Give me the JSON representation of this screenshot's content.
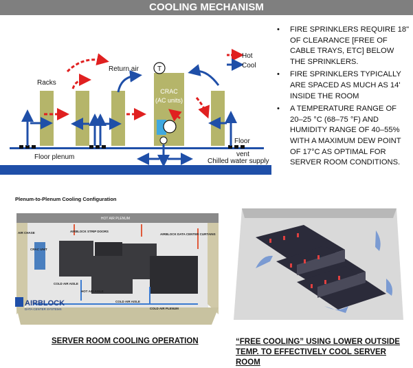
{
  "header": {
    "title": "COOLING MECHANISM"
  },
  "bullets": [
    "FIRE SPRINKLERS REQUIRE 18\" OF CLEARANCE [FREE OF CABLE TRAYS, ETC] BELOW THE SPRINKLERS.",
    "FIRE SPRINKLERS TYPICALLY ARE SPACED AS MUCH AS 14' INSIDE THE ROOM",
    "A TEMPERATURE RANGE OF 20–25 °C (68–75 °F) AND HUMIDITY RANGE OF 40–55% WITH A MAXIMUM DEW POINT OF 17°C AS OPTIMAL FOR SERVER ROOM CONDITIONS."
  ],
  "diagram": {
    "labels": {
      "racks": "Racks",
      "return_air": "Return air",
      "crac": "CRAC",
      "crac_sub": "(AC units)",
      "t_symbol": "T",
      "floor": "Floor",
      "floor_plenum": "Floor plenum",
      "vent": "vent",
      "chilled_water": "Chilled water supply",
      "legend_hot": "Hot",
      "legend_cool": "Cool"
    },
    "colors": {
      "hot": "#e02020",
      "cool": "#1f4fa8",
      "rack": "#b5b56a",
      "floor": "#1f4fa8"
    }
  },
  "plenum_image": {
    "title": "Plenum-to-Plenum Cooling Configuration",
    "hot_air_plenum": "HOT AIR PLENUM",
    "air_chase": "AIR CHASE",
    "crac_unit": "CRAC UNIT",
    "strip_doors": "AIRBLOCK STRIP DOORS",
    "curtains": "AIRBLOCK DATA CENTER CURTAINS",
    "cold_aisle": "COLD AIR AISLE",
    "hot_aisle": "HOT AIR AISLE",
    "cold_aisle2": "COLD AIR AISLE",
    "cold_plenum": "COLD AIR PLENUM",
    "logo": "AIRBLOCK",
    "logo_sub": "DATA CENTER SYSTEMS"
  },
  "captions": {
    "left": "SERVER ROOM COOLING OPERATION",
    "right": "“FREE COOLING” USING LOWER OUTSIDE TEMP. TO EFFECTIVELY COOL SERVER ROOM"
  }
}
